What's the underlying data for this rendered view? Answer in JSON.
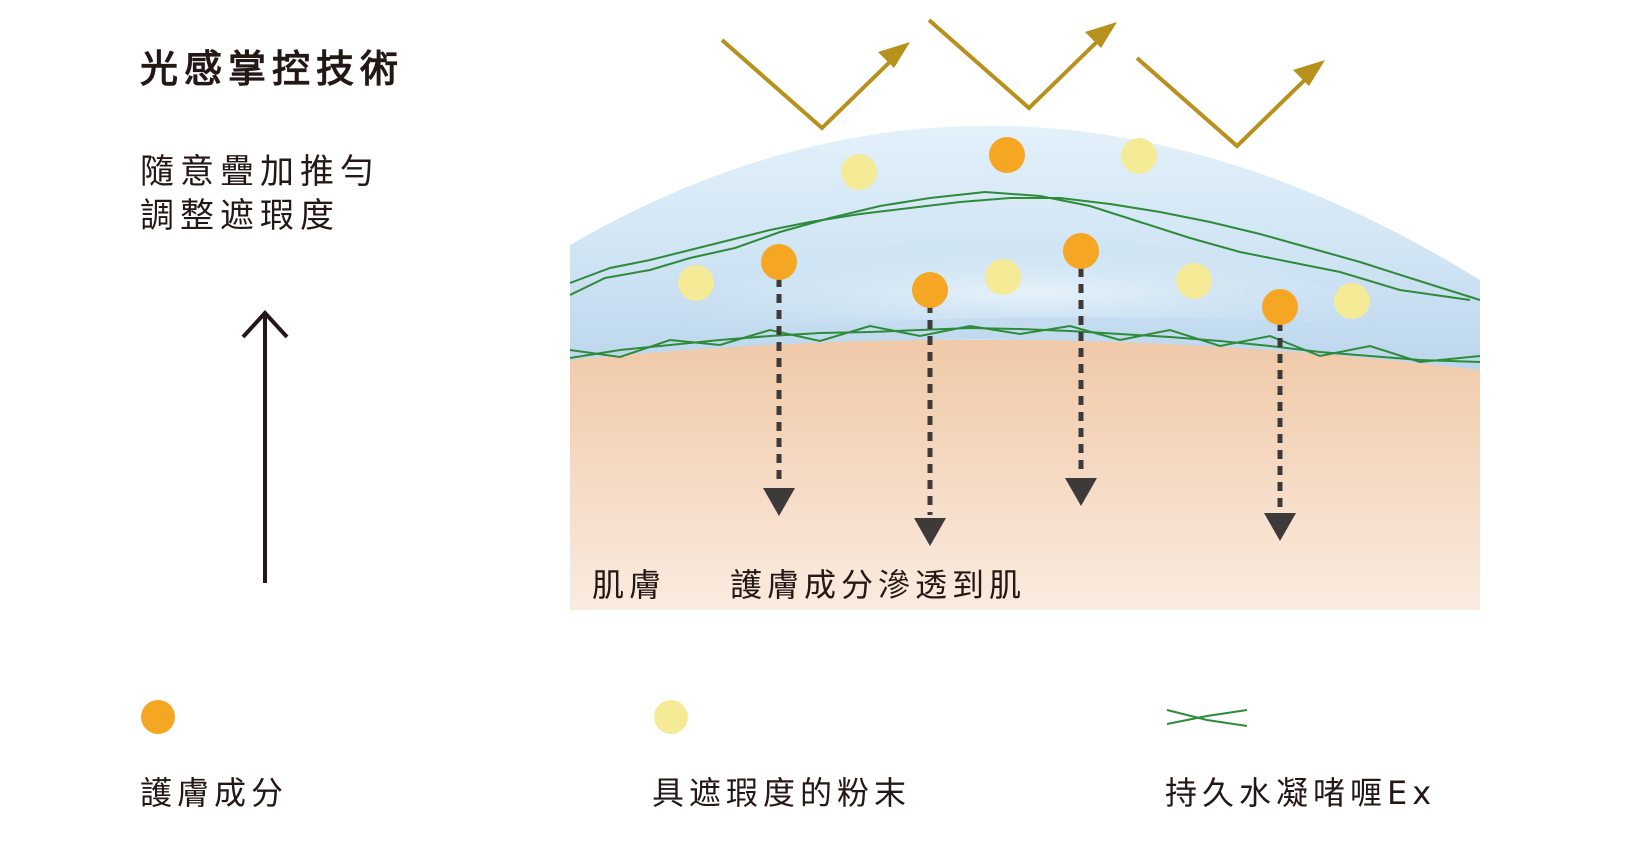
{
  "title": "光感掌控技術",
  "subtitle": [
    "隨意疊加推勻",
    "調整遮瑕度"
  ],
  "diagram": {
    "skin_label": "肌膚",
    "penetration_label": "護膚成分滲透到肌"
  },
  "legend": [
    {
      "label": "護膚成分",
      "marker": "orange-dot"
    },
    {
      "label": "具遮瑕度的粉末",
      "marker": "yellow-dot"
    },
    {
      "label": "持久水凝啫喱Ex",
      "marker": "green-cross-line"
    }
  ],
  "colors": {
    "text": "#231815",
    "care_ingredient": "#F5A623",
    "powder": "#F5EA96",
    "gel": "#2E8B3A",
    "light_ray": "#B8901C",
    "skin_top": "#F0C9A8",
    "skin_bottom": "#FAE9DC",
    "layer_top": "#DCEDF8",
    "layer_bottom": "#BDD7EE",
    "dashed_arrow": "#3E3A3A"
  }
}
